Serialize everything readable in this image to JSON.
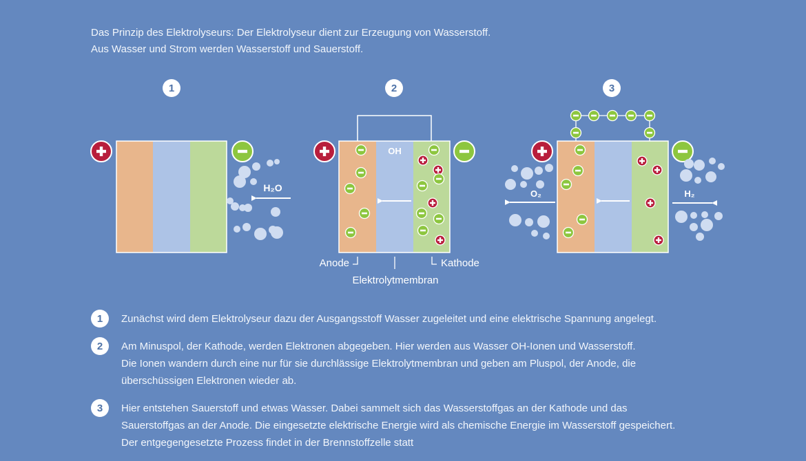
{
  "intro": {
    "line1": "Das Prinzip des Elektrolyseurs: Der Elektrolyseur dient zur Erzeugung von Wasserstoff.",
    "line2": "Aus Wasser und Strom werden Wasserstoff und Sauerstoff."
  },
  "diagram": {
    "panel_numbers": [
      "1",
      "2",
      "3"
    ],
    "water_label": "H₂O",
    "oh_label": "OH",
    "oxygen_label": "O₂",
    "hydrogen_label": "H₂",
    "anode_label": "Anode",
    "membrane_label": "Elektrolytmembran",
    "cathode_label": "Kathode"
  },
  "colors": {
    "background": "#6488bf",
    "anode": "#e8b68c",
    "membrane": "#adc3e6",
    "cathode": "#bcd99a",
    "plus": "#b81e3c",
    "minus": "#8dc63f",
    "bubble": "#cfdcf1"
  },
  "steps": [
    {
      "number": "1",
      "lines": [
        "Zunächst wird dem Elektrolyseur dazu der Ausgangsstoff Wasser zugeleitet und eine elektrische Spannung angelegt."
      ]
    },
    {
      "number": "2",
      "lines": [
        "Am Minuspol, der Kathode, werden Elektronen abgegeben. Hier werden aus Wasser OH-Ionen und Wasserstoff.",
        "Die Ionen wandern durch eine nur für sie durchlässige Elektrolytmembran und geben am Pluspol, der Anode, die",
        "überschüssigen Elektronen wieder ab."
      ]
    },
    {
      "number": "3",
      "lines": [
        "Hier entstehen Sauerstoff und etwas Wasser. Dabei sammelt sich das Wasserstoffgas an der Kathode und das",
        "Sauerstoffgas an der Anode. Die eingesetzte elektrische Energie wird als chemische Energie im Wasserstoff gespeichert.",
        "Der entgegengesetzte Prozess findet in der Brennstoffzelle statt"
      ]
    }
  ]
}
